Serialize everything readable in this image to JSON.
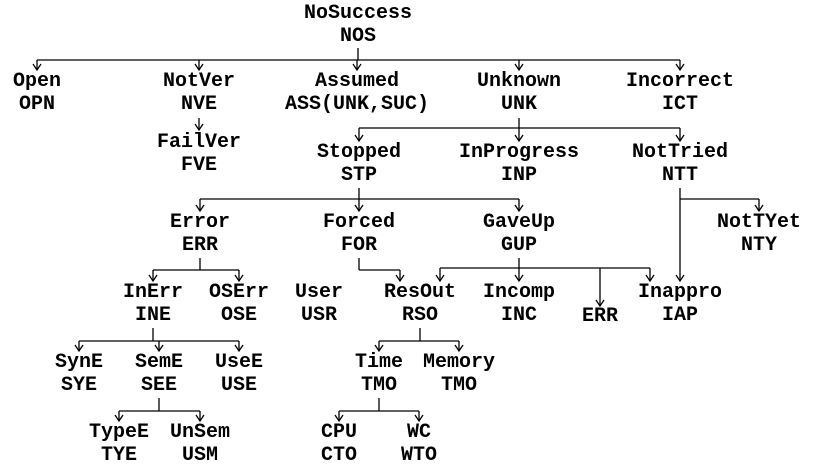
{
  "nodes": [
    {
      "id": "NOS",
      "name": "NoSuccess",
      "code": "NOS"
    },
    {
      "id": "OPN",
      "name": "Open",
      "code": "OPN"
    },
    {
      "id": "NVE",
      "name": "NotVer",
      "code": "NVE"
    },
    {
      "id": "ASS",
      "name": "Assumed",
      "code": "ASS(UNK,SUC)"
    },
    {
      "id": "UNK",
      "name": "Unknown",
      "code": "UNK"
    },
    {
      "id": "ICT",
      "name": "Incorrect",
      "code": "ICT"
    },
    {
      "id": "FVE",
      "name": "FailVer",
      "code": "FVE"
    },
    {
      "id": "STP",
      "name": "Stopped",
      "code": "STP"
    },
    {
      "id": "INP",
      "name": "InProgress",
      "code": "INP"
    },
    {
      "id": "NTT",
      "name": "NotTried",
      "code": "NTT"
    },
    {
      "id": "ERR",
      "name": "Error",
      "code": "ERR"
    },
    {
      "id": "FOR",
      "name": "Forced",
      "code": "FOR"
    },
    {
      "id": "GUP",
      "name": "GaveUp",
      "code": "GUP"
    },
    {
      "id": "NTY",
      "name": "NotTYet",
      "code": "NTY"
    },
    {
      "id": "INE",
      "name": "InErr",
      "code": "INE"
    },
    {
      "id": "OSE",
      "name": "OSErr",
      "code": "OSE"
    },
    {
      "id": "USR",
      "name": "User",
      "code": "USR"
    },
    {
      "id": "RSO",
      "name": "ResOut",
      "code": "RSO"
    },
    {
      "id": "INC",
      "name": "Incomp",
      "code": "INC"
    },
    {
      "id": "ERR2",
      "name": "",
      "code": "ERR"
    },
    {
      "id": "IAP",
      "name": "Inappro",
      "code": "IAP"
    },
    {
      "id": "SYE",
      "name": "SynE",
      "code": "SYE"
    },
    {
      "id": "SEE",
      "name": "SemE",
      "code": "SEE"
    },
    {
      "id": "USE",
      "name": "UseE",
      "code": "USE"
    },
    {
      "id": "TMO",
      "name": "Time",
      "code": "TMO"
    },
    {
      "id": "MEM",
      "name": "Memory",
      "code": "TMO"
    },
    {
      "id": "TYE",
      "name": "TypeE",
      "code": "TYE"
    },
    {
      "id": "USM",
      "name": "UnSem",
      "code": "USM"
    },
    {
      "id": "CTO",
      "name": "CPU",
      "code": "CTO"
    },
    {
      "id": "WTO",
      "name": "WC",
      "code": "WTO"
    }
  ]
}
